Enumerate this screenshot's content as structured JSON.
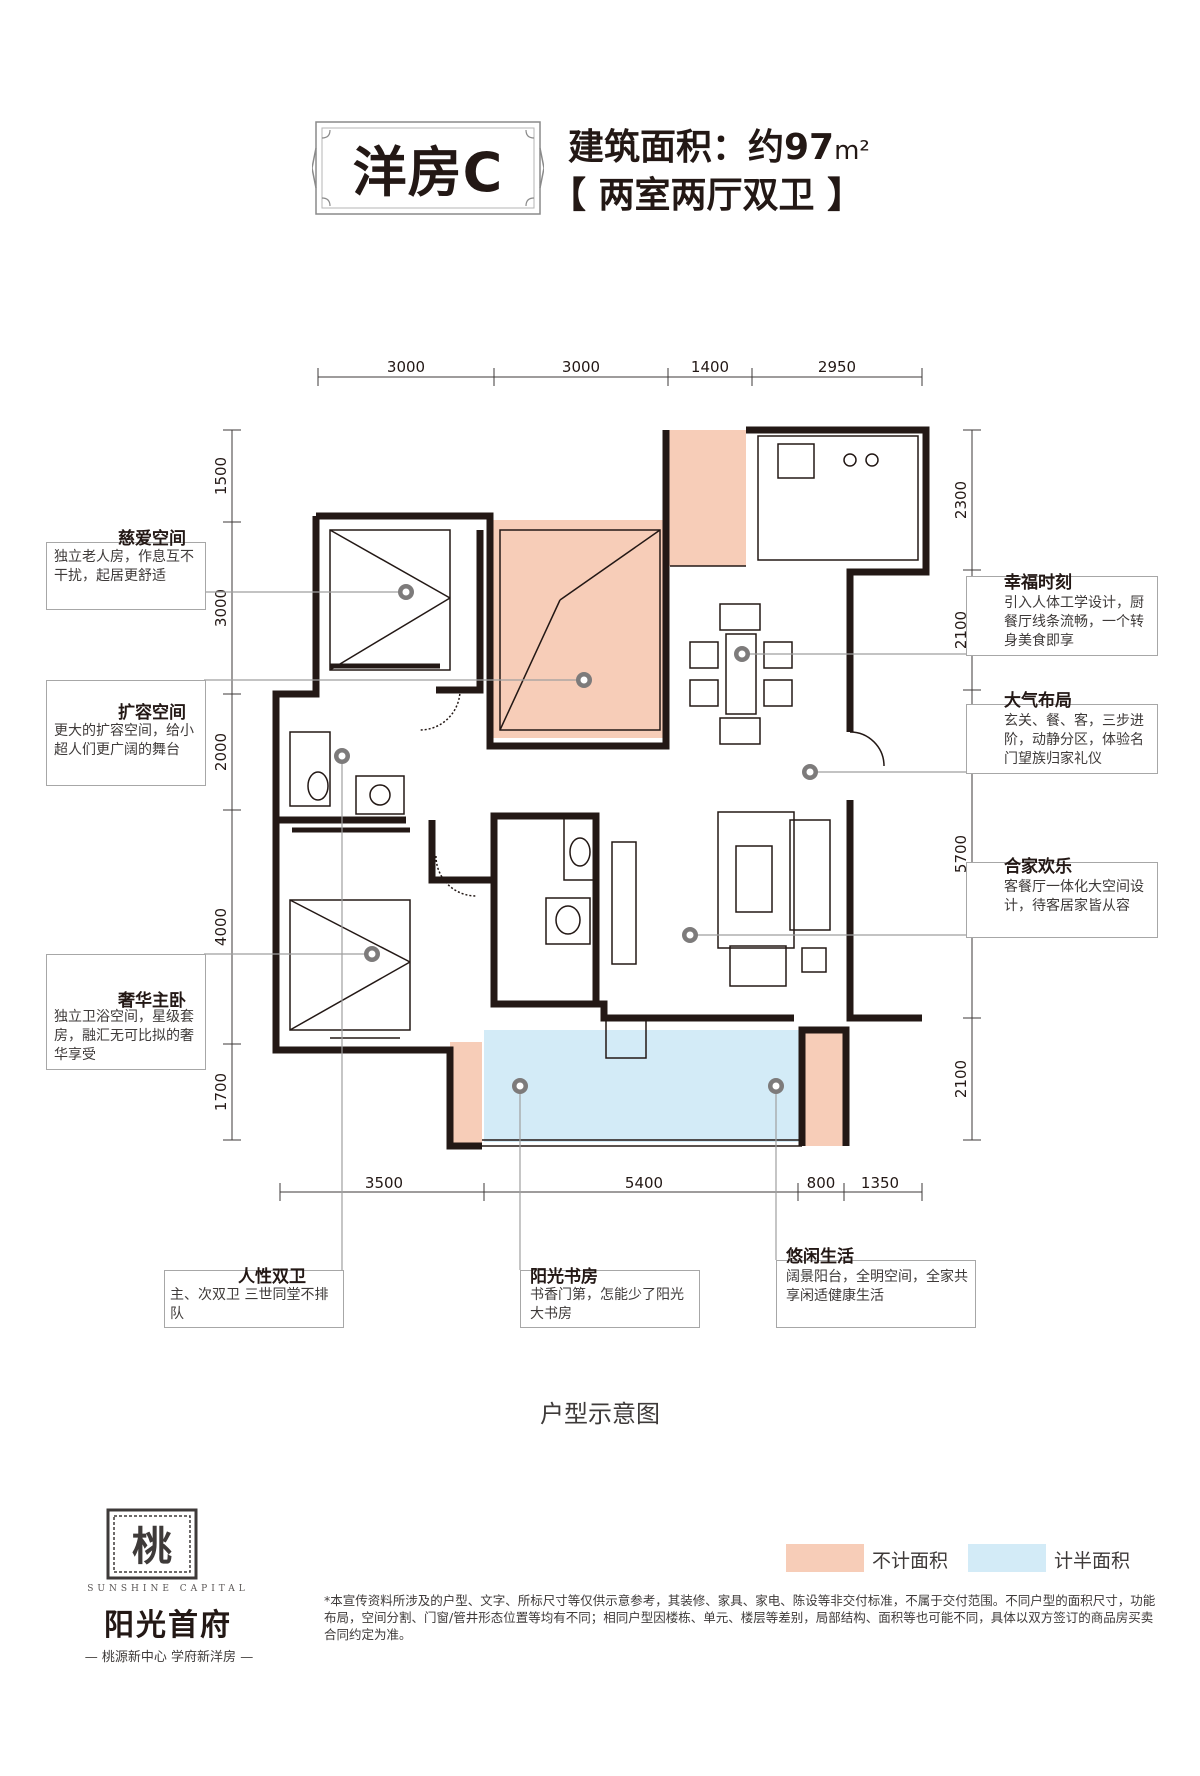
{
  "header": {
    "unit_name": "洋房C",
    "area_label": "建筑面积：约97",
    "area_unit": "m²",
    "layout": "【 两室两厅双卫 】"
  },
  "dimensions": {
    "top": [
      "3000",
      "3000",
      "1400",
      "2950"
    ],
    "bottom": [
      "3500",
      "5400",
      "800",
      "1350"
    ],
    "left": [
      "1500",
      "3000",
      "2000",
      "4000",
      "1700"
    ],
    "right": [
      "2300",
      "2100",
      "5700",
      "2100"
    ]
  },
  "callouts": {
    "cian": {
      "title": "慈爱空间",
      "desc": "独立老人房，作息互不干扰，起居更舒适"
    },
    "kuorong": {
      "title": "扩容空间",
      "desc": "更大的扩容空间，给小超人们更广阔的舞台"
    },
    "zhuwo": {
      "title": "奢华主卧",
      "desc": "独立卫浴空间，星级套房，融汇无可比拟的奢华享受"
    },
    "xingfu": {
      "title": "幸福时刻",
      "desc": "引入人体工学设计，厨餐厅线条流畅，一个转身美食即享"
    },
    "daqi": {
      "title": "大气布局",
      "desc": "玄关、餐、客，三步进阶，动静分区，体验名门望族归家礼仪"
    },
    "hejia": {
      "title": "合家欢乐",
      "desc": "客餐厅一体化大空间设计，待客居家皆从容"
    },
    "shuangwei": {
      "title": "人性双卫",
      "desc": "主、次双卫  三世同堂不排队"
    },
    "shufang": {
      "title": "阳光书房",
      "desc": "书香门第，怎能少了阳光大书房"
    },
    "youxian": {
      "title": "悠闲生活",
      "desc": "阔景阳台，全明空间，全家共享闲适健康生活"
    }
  },
  "caption": "户型示意图",
  "legend": {
    "items": [
      {
        "label": "不计面积",
        "color": "#f7cdb8"
      },
      {
        "label": "计半面积",
        "color": "#d3ebf7"
      }
    ]
  },
  "disclaimer": "*本宣传资料所涉及的户型、文字、所标尺寸等仅供示意参考，其装修、家具、家电、陈设等非交付标准，不属于交付范围。不同户型的面积尺寸，功能布局，空间分割、门窗/管井形态位置等均有不同；相同户型因楼栋、单元、楼层等差别，局部结构、面积等也可能不同，具体以双方签订的商品房买卖合同约定为准。",
  "brand": {
    "logo_glyph": "桃",
    "en": "SUNSHINE CAPITAL",
    "name": "阳光首府",
    "slogan": "— 桃源新中心  学府新洋房 —"
  },
  "colors": {
    "no_area": "#f7cdb8",
    "half_area": "#d3ebf7",
    "wall": "#231815",
    "line": "#9f9f9f"
  }
}
